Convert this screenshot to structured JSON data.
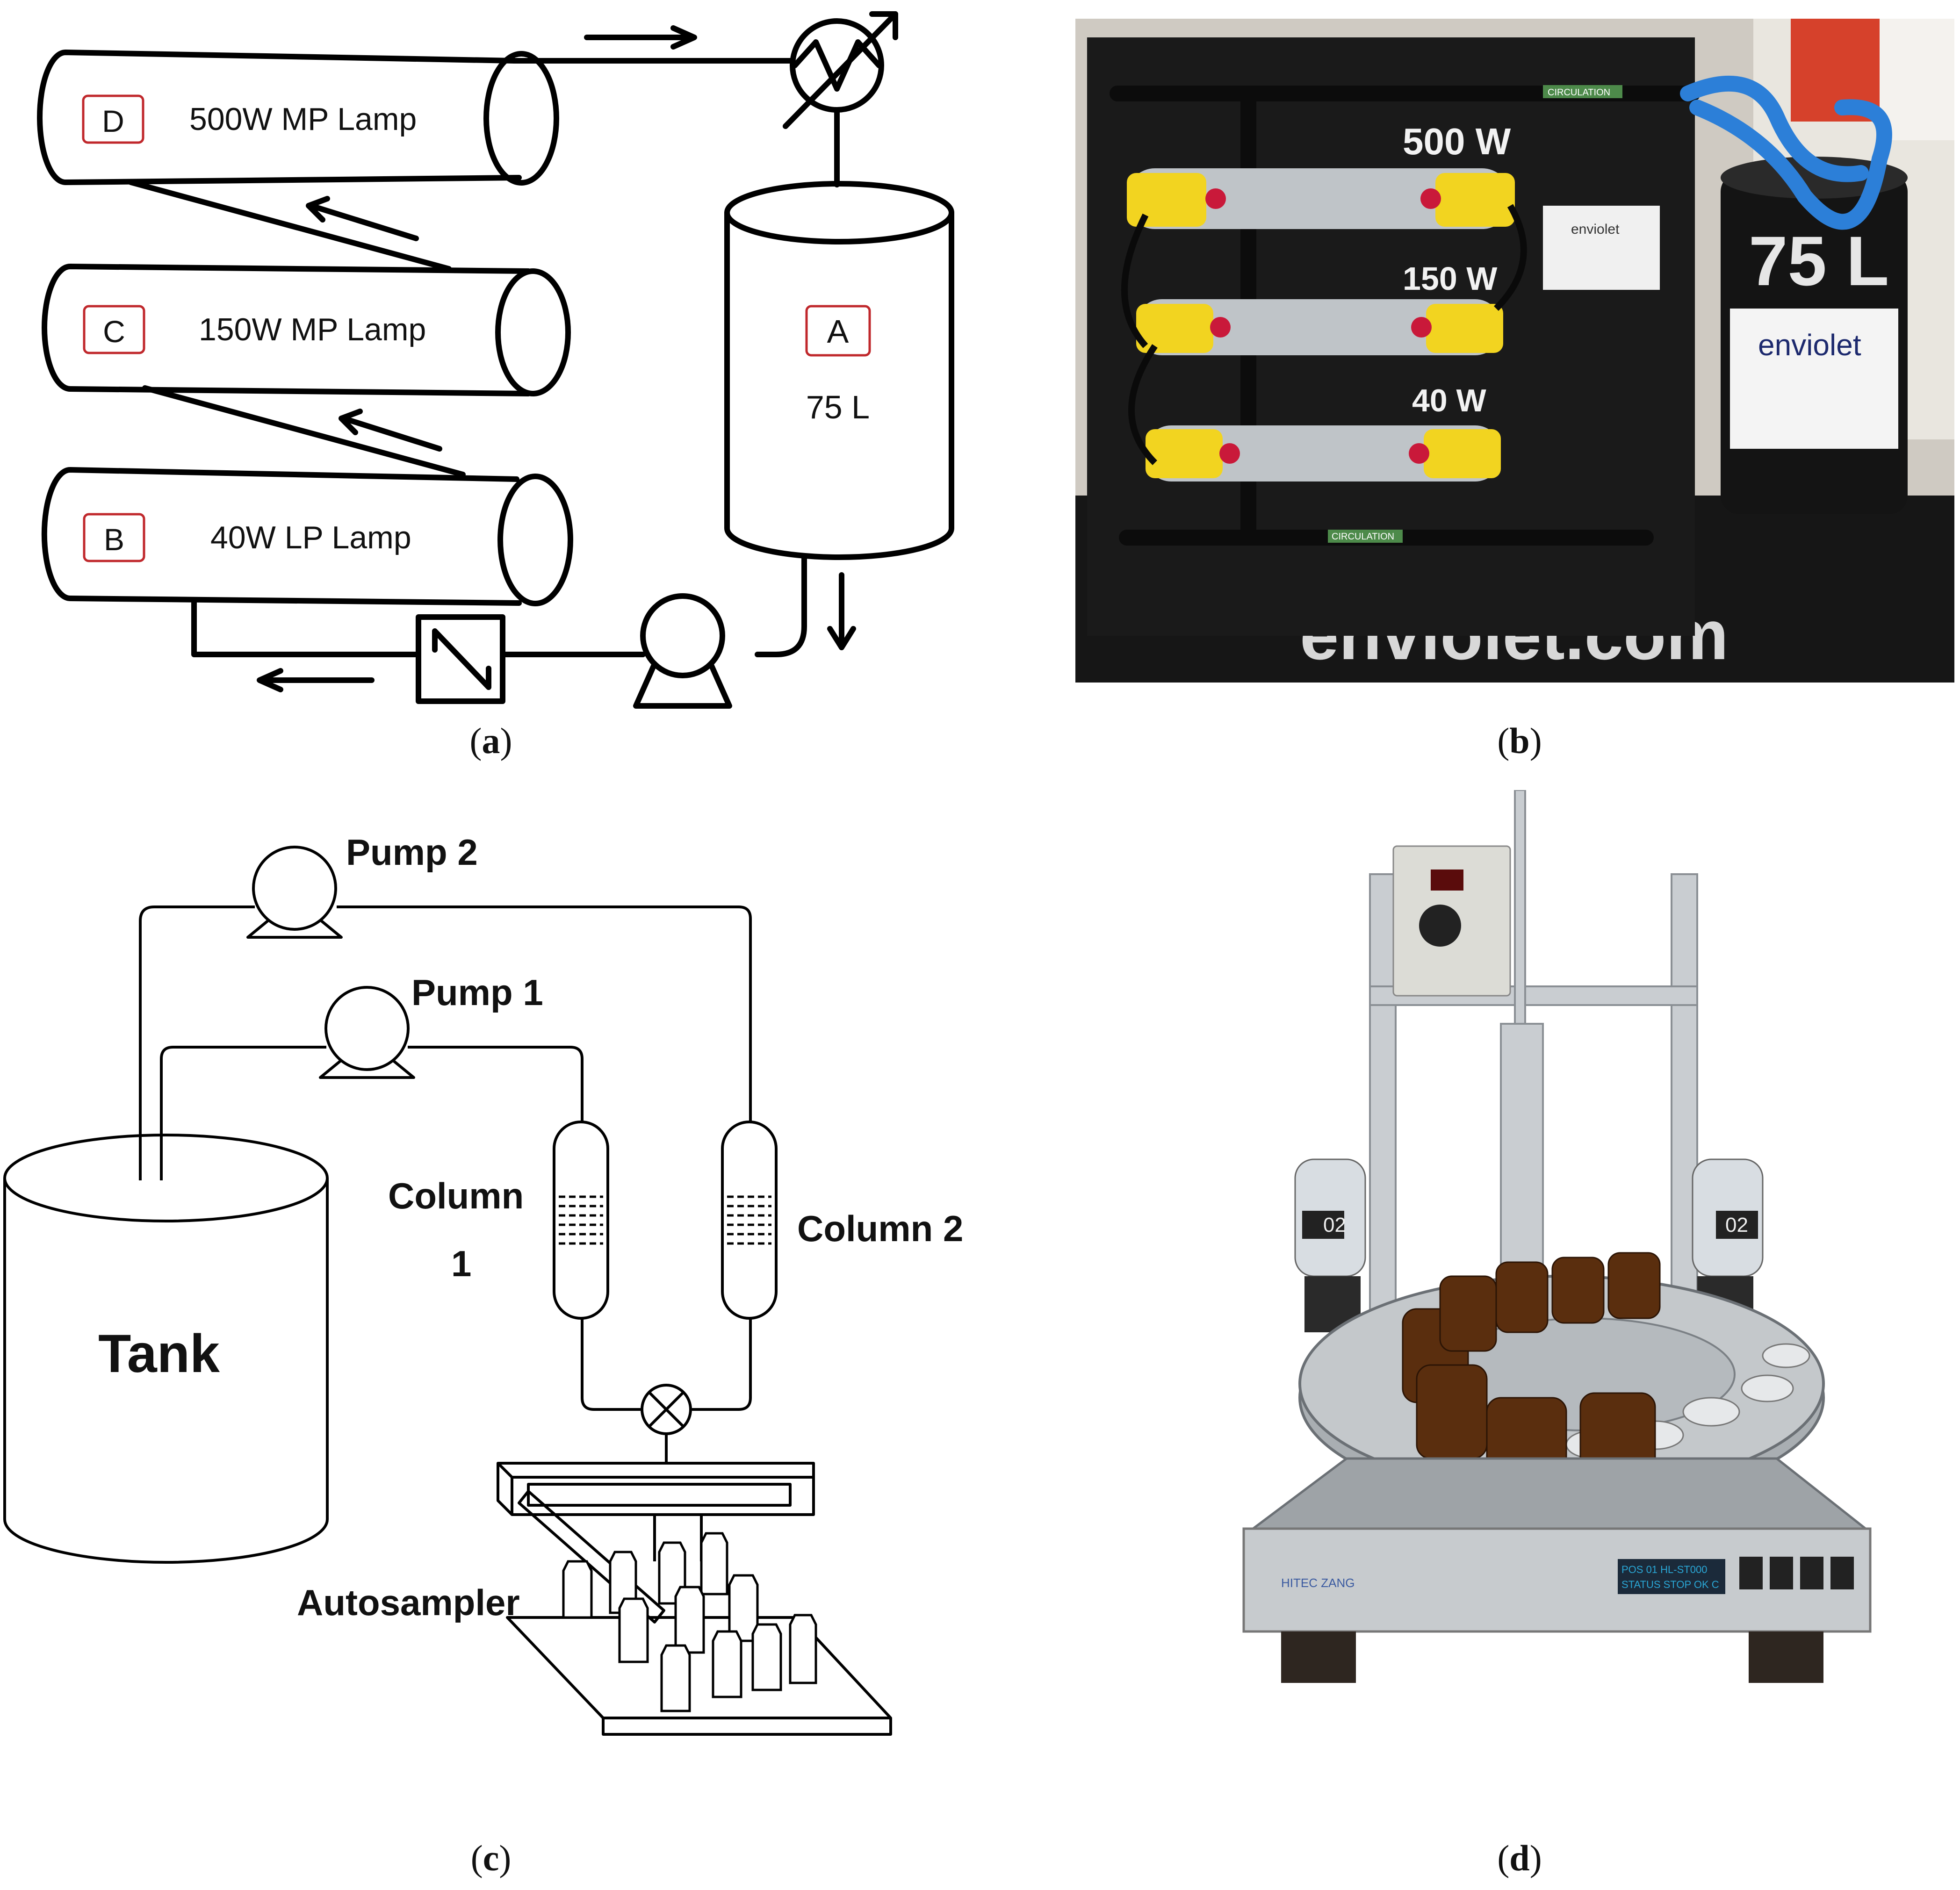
{
  "panel_a": {
    "caption": "a",
    "lamps": [
      {
        "letter": "D",
        "label": "500W MP Lamp"
      },
      {
        "letter": "C",
        "label": "150W MP Lamp"
      },
      {
        "letter": "B",
        "label": "40W LP Lamp"
      }
    ],
    "tank": {
      "letter": "A",
      "volume": "75 L"
    }
  },
  "panel_b": {
    "caption": "b",
    "photo_text": {
      "lamp_500": "500 W",
      "lamp_150": "150 W",
      "lamp_40": "40 W",
      "brand": "enviolet",
      "tank_volume": "75 L",
      "website": "enviolet.com",
      "pipe_label_top": "CIRCULATION",
      "pipe_label_bottom": "CIRCULATION"
    }
  },
  "panel_c": {
    "caption": "c",
    "pump2": "Pump 2",
    "pump1": "Pump 1",
    "column1_line1": "Column",
    "column1_line2": "1",
    "column2": "Column 2",
    "tank": "Tank",
    "autosampler": "Autosampler"
  },
  "panel_d": {
    "caption": "d",
    "photo_text": {
      "display_line1": "POS 01 HL-ST000",
      "display_line2": "STATUS STOP OK C",
      "brand": "HITEC ZANG",
      "dosing_left": "02",
      "dosing_right": "02"
    }
  },
  "colors": {
    "line": "#000000",
    "letter_box": "#c0282c",
    "photo_b_board": "#1a1a1a",
    "photo_b_hose": "#2c7fd8",
    "lamp_yellow": "#f2d420",
    "amber_bottle": "#5a2e0e",
    "lcd_blue": "#2aa7d6"
  }
}
